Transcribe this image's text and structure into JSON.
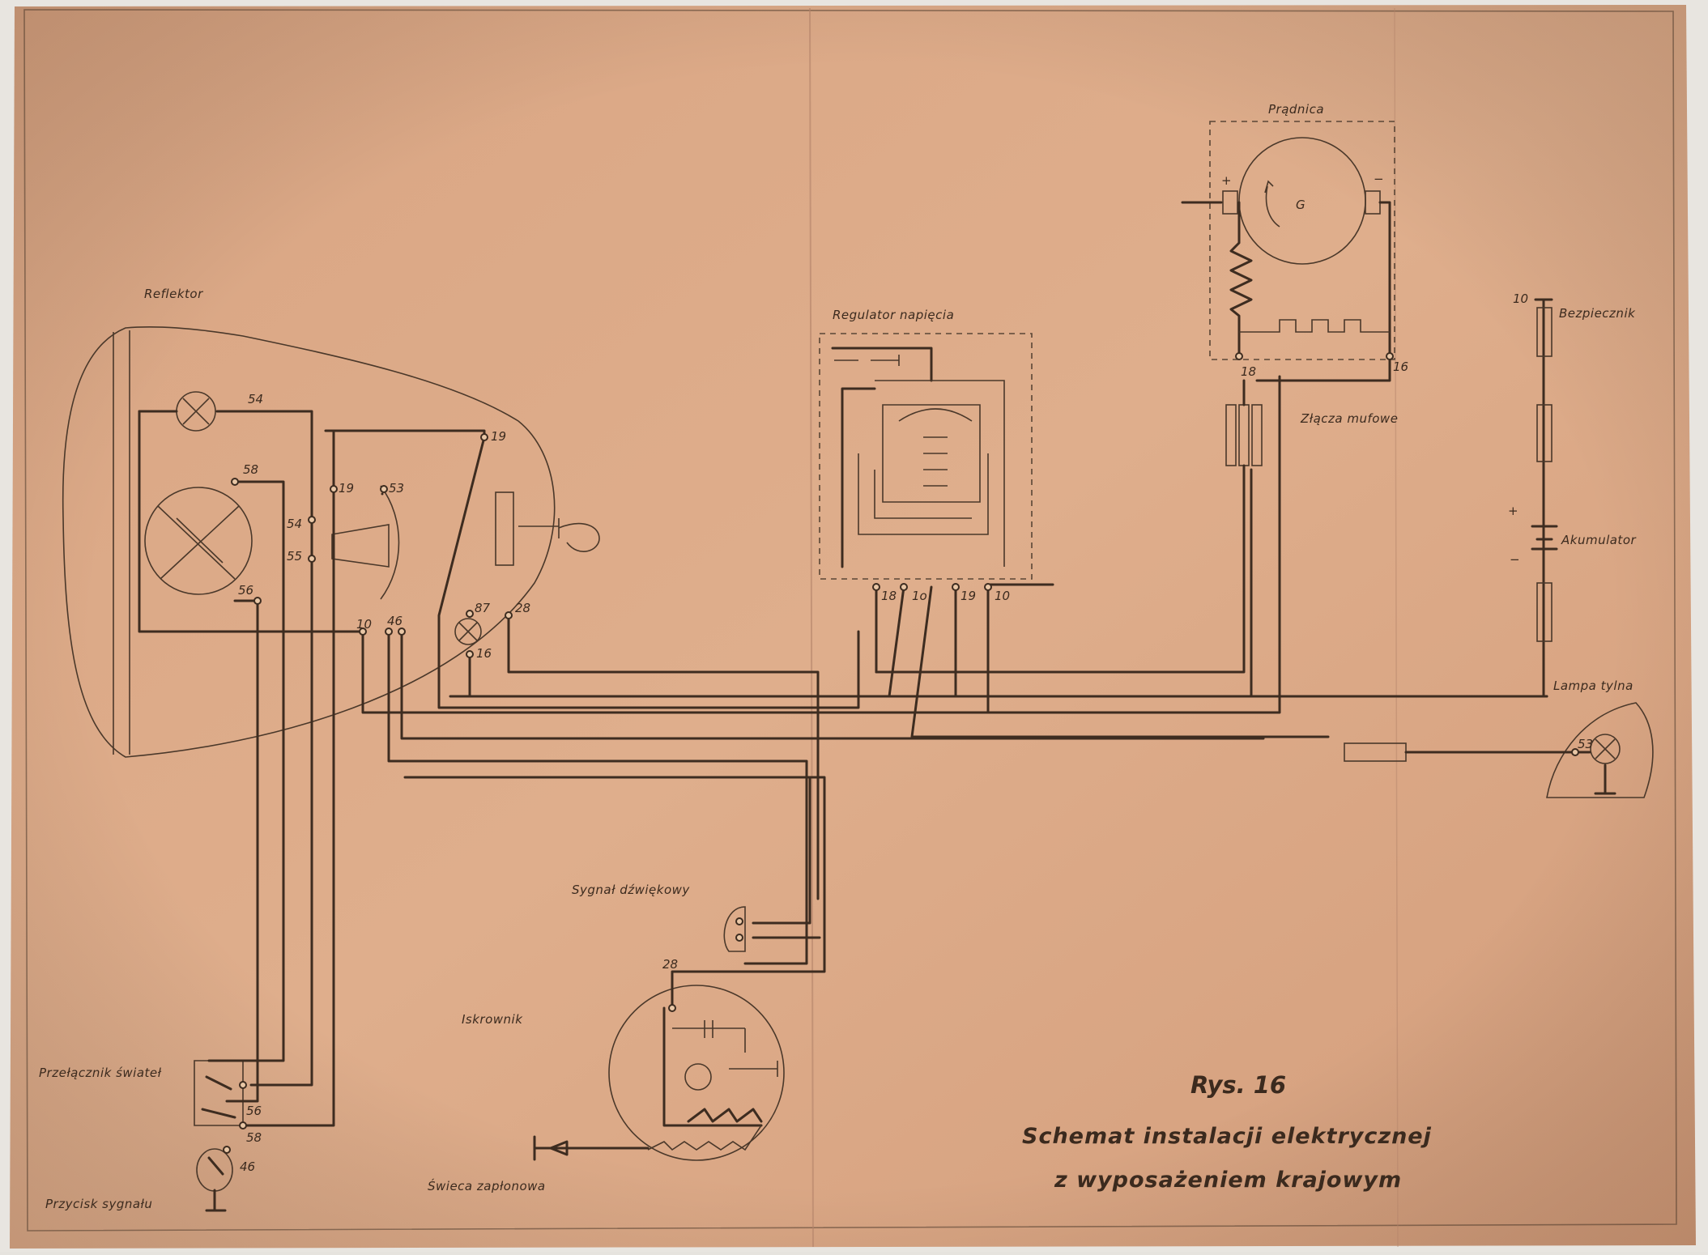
{
  "figure": {
    "number": "Rys. 16",
    "title_line1": "Schemat instalacji elektrycznej",
    "title_line2": "z wyposażeniem krajowym"
  },
  "components": {
    "reflector": "Reflektor",
    "regulator": "Regulator napięcia",
    "generator": "Prądnica",
    "generator_symbol": "G",
    "fuse": "Bezpiecznik",
    "connectors": "Złącza mufowe",
    "battery": "Akumulator",
    "tail_lamp": "Lampa tylna",
    "horn": "Sygnał dźwiękowy",
    "distributor": "Iskrownik",
    "light_switch": "Przełącznik świateł",
    "horn_button": "Przycisk sygnału",
    "spark_plug": "Świeca zapłonowa"
  },
  "terminals": {
    "t54a": "54",
    "t58a": "58",
    "t56a": "56",
    "t19a": "19",
    "t53a": "53",
    "t54b": "54",
    "t55": "55",
    "t19b": "19",
    "t87": "87",
    "t28a": "28",
    "t16a": "16",
    "t10a": "10",
    "t46a": "46",
    "r18": "18",
    "r1o": "1o",
    "r19": "19",
    "r10": "10",
    "g18": "18",
    "g16": "16",
    "f10": "10",
    "tl53": "53",
    "d28": "28",
    "s56": "56",
    "s58": "58",
    "s46": "46"
  },
  "symbols": {
    "plus_gen": "+",
    "minus_gen": "−",
    "plus_bat": "+",
    "minus_bat": "−"
  },
  "colors": {
    "paper": "#dca886",
    "ink": "#3d2c20"
  }
}
